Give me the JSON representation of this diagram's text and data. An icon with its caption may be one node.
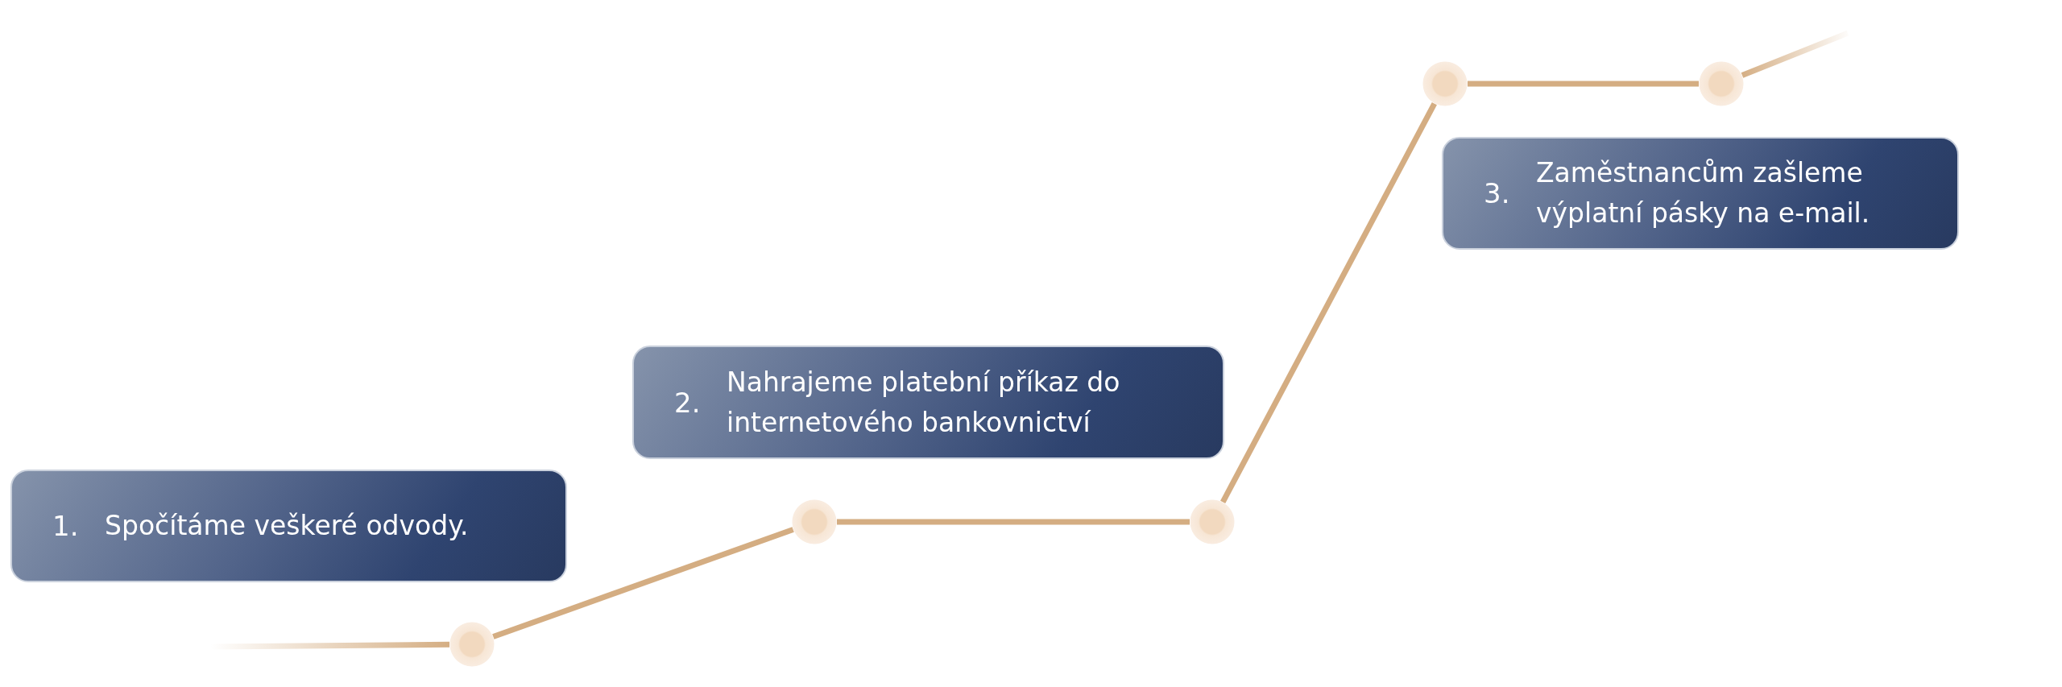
{
  "diagram": {
    "nodes": [
      {
        "text": [
          "1.",
          "Spočítáme veškeré odvody."
        ]
      },
      {
        "text": [
          "2.",
          "Nahrajeme platební příkaz do internetového bankovnictví"
        ]
      },
      {
        "text": [
          "3.",
          "Zaměstnancům zašleme výplatní pásky na e-mail."
        ]
      },
      {
        "text": [],
        "shape": "circle"
      },
      {
        "text": [],
        "shape": "circle"
      },
      {
        "text": [],
        "shape": "circle"
      },
      {
        "text": [],
        "shape": "circle"
      },
      {
        "text": [],
        "shape": "circle"
      }
    ],
    "edges": [
      {
        "from": null,
        "to": 3,
        "arrow": "none"
      },
      {
        "from": 3,
        "to": 4,
        "arrow": "none"
      },
      {
        "from": 4,
        "to": 5,
        "arrow": "none"
      },
      {
        "from": 5,
        "to": 6,
        "arrow": "none"
      },
      {
        "from": 6,
        "to": 7,
        "arrow": "none"
      },
      {
        "from": 7,
        "to": null,
        "arrow": "none"
      }
    ]
  }
}
